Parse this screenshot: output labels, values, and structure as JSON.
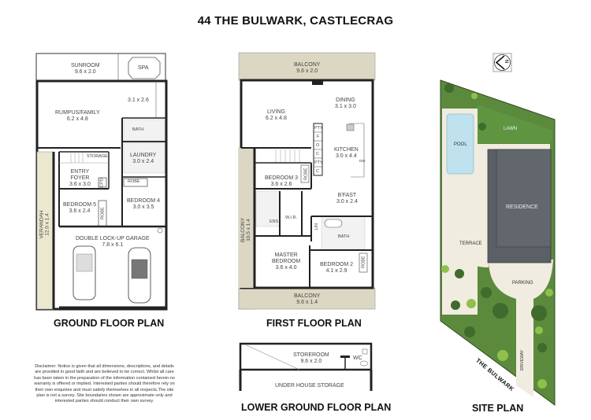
{
  "header": {
    "title": "44 THE BULWARK, CASTLECRAG"
  },
  "ground_floor": {
    "label": "GROUND FLOOR PLAN",
    "rooms": {
      "sunroom": {
        "name": "SUNROOM",
        "dim": "9.6 x 2.0"
      },
      "spa": {
        "name": "SPA"
      },
      "rumpus": {
        "name": "RUMPUS/FAMILY",
        "dim": "6.2 x 4.8"
      },
      "unnamed": {
        "dim": "3.1 x 2.6"
      },
      "bath": {
        "name": "BATH"
      },
      "storage": {
        "name": "STORAGE"
      },
      "laundry": {
        "name": "LAUNDRY",
        "dim": "3.0 x 2.4"
      },
      "entry": {
        "name": "ENTRY",
        "name2": "FOYER",
        "dim": "3.6 x 3.0"
      },
      "cpd": {
        "name": "CPD"
      },
      "robe_b4": {
        "name": "ROBE"
      },
      "robe_b5": {
        "name": "ROBE"
      },
      "bedroom5": {
        "name": "BEDROOM 5",
        "dim": "3.6 x 2.4"
      },
      "bedroom4": {
        "name": "BEDROOM 4",
        "dim": "3.0 x 3.5"
      },
      "verandah": {
        "name": "VERANDAH",
        "dim": "12.0 x 1.4"
      },
      "garage": {
        "name": "DOUBLE LOCK-UP GARAGE",
        "dim": "7.8 x 6.1"
      }
    }
  },
  "first_floor": {
    "label": "FIRST FLOOR PLAN",
    "rooms": {
      "balcony_top": {
        "name": "BALCONY",
        "dim": "9.6 x 2.0"
      },
      "living": {
        "name": "LIVING",
        "dim": "6.2 x 4.8"
      },
      "dining": {
        "name": "DINING",
        "dim": "3.1 x 3.0"
      },
      "kitchen": {
        "name": "KITCHEN",
        "dim": "3.0 x 4.4"
      },
      "bedroom3": {
        "name": "BEDROOM 3",
        "dim": "3.6 x 2.6"
      },
      "robe_b3": {
        "name": "ROBE"
      },
      "bfast": {
        "name": "B'FAST",
        "dim": "3.0 x 2.4"
      },
      "balcony_side": {
        "name": "BALCONY",
        "dim": "10.5 x 1.4"
      },
      "ens": {
        "name": "ENS"
      },
      "wir": {
        "name": "W.I.R."
      },
      "lin": {
        "name": "LIN"
      },
      "bath": {
        "name": "BATH"
      },
      "master": {
        "name": "MASTER",
        "name2": "BEDROOM",
        "dim": "3.6 x 4.0"
      },
      "bedroom2": {
        "name": "BEDROOM 2",
        "dim": "4.1 x 2.9"
      },
      "robe_b2": {
        "name": "ROBE"
      },
      "balcony_bottom": {
        "name": "BALCONY",
        "dim": "9.6 x 1.4"
      },
      "pantry_labels": [
        "PTY",
        "F",
        "O",
        "C",
        "PTY",
        "C"
      ],
      "dw": {
        "name": "DW"
      }
    }
  },
  "lower_ground": {
    "label": "LOWER GROUND FLOOR PLAN",
    "rooms": {
      "storeroom": {
        "name": "STOREROOM",
        "dim": "9.6 x 2.0"
      },
      "wc": {
        "name": "WC"
      },
      "under_house": {
        "name": "UNDER HOUSE STORAGE"
      }
    }
  },
  "site_plan": {
    "label": "SITE PLAN",
    "areas": {
      "pool": "POOL",
      "lawn": "LAWN",
      "residence": "RESIDENCE",
      "terrace": "TERRACE",
      "parking": "PARKING",
      "driveway": "DRIVEWAY"
    },
    "road": "THE BULWARK",
    "north_symbol": "N",
    "colors": {
      "grass": "#5c8a3c",
      "grass_dark": "#3f6b2d",
      "paving": "#f1ece0",
      "pool": "#bfe2ee",
      "roof": "#5b5f66",
      "balcony": "#dcd7c2"
    }
  },
  "disclaimer": "Disclaimer: Notice is given that all dimensions, descriptions, and details are provided in good faith and are believed to be correct. Whilst all care has been taken in the preparation of the information contained herein no warranty is offered or implied. Interested parties should therefore rely on their own enquiries and must satisfy themselves in all respects.The site plan is not a survey. Site boundaries shown are approximate only and interested parties should conduct their own survey."
}
